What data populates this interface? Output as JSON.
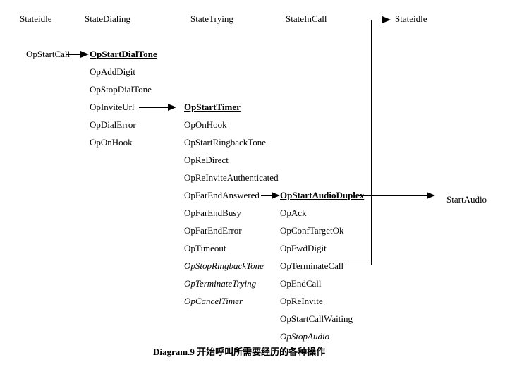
{
  "diagram": {
    "states": {
      "idle_left": "Stateidle",
      "dialing": "StateDialing",
      "trying": "StateTrying",
      "incall": "StateInCall",
      "idle_right": "Stateidle"
    },
    "trigger_event": "OpStartCall",
    "result_event": "StartAudio",
    "dialing_ops": [
      "OpStartDialTone",
      "OpAddDigit",
      "OpStopDialTone",
      "OpInviteUrl",
      "OpDialError",
      "OpOnHook"
    ],
    "trying_ops": [
      "OpStartTimer",
      "OpOnHook",
      "OpStartRingbackTone",
      "OpReDirect",
      "OpReInviteAuthenticated",
      "OpFarEndAnswered",
      "OpFarEndBusy",
      "OpFarEndError",
      "OpTimeout",
      "OpStopRingbackTone",
      "OpTerminateTrying",
      "OpCancelTimer"
    ],
    "incall_ops": [
      "OpStartAudioDuplex",
      "OpAck",
      "OpConfTargetOk",
      "OpFwdDigit",
      "OpTerminateCall",
      "OpEndCall",
      "OpReInvite",
      "OpStartCallWaiting",
      "OpStopAudio"
    ],
    "caption": "Diagram.9 开始呼叫所需要经历的各种操作",
    "line_color": "#000000",
    "background_color": "#ffffff"
  }
}
